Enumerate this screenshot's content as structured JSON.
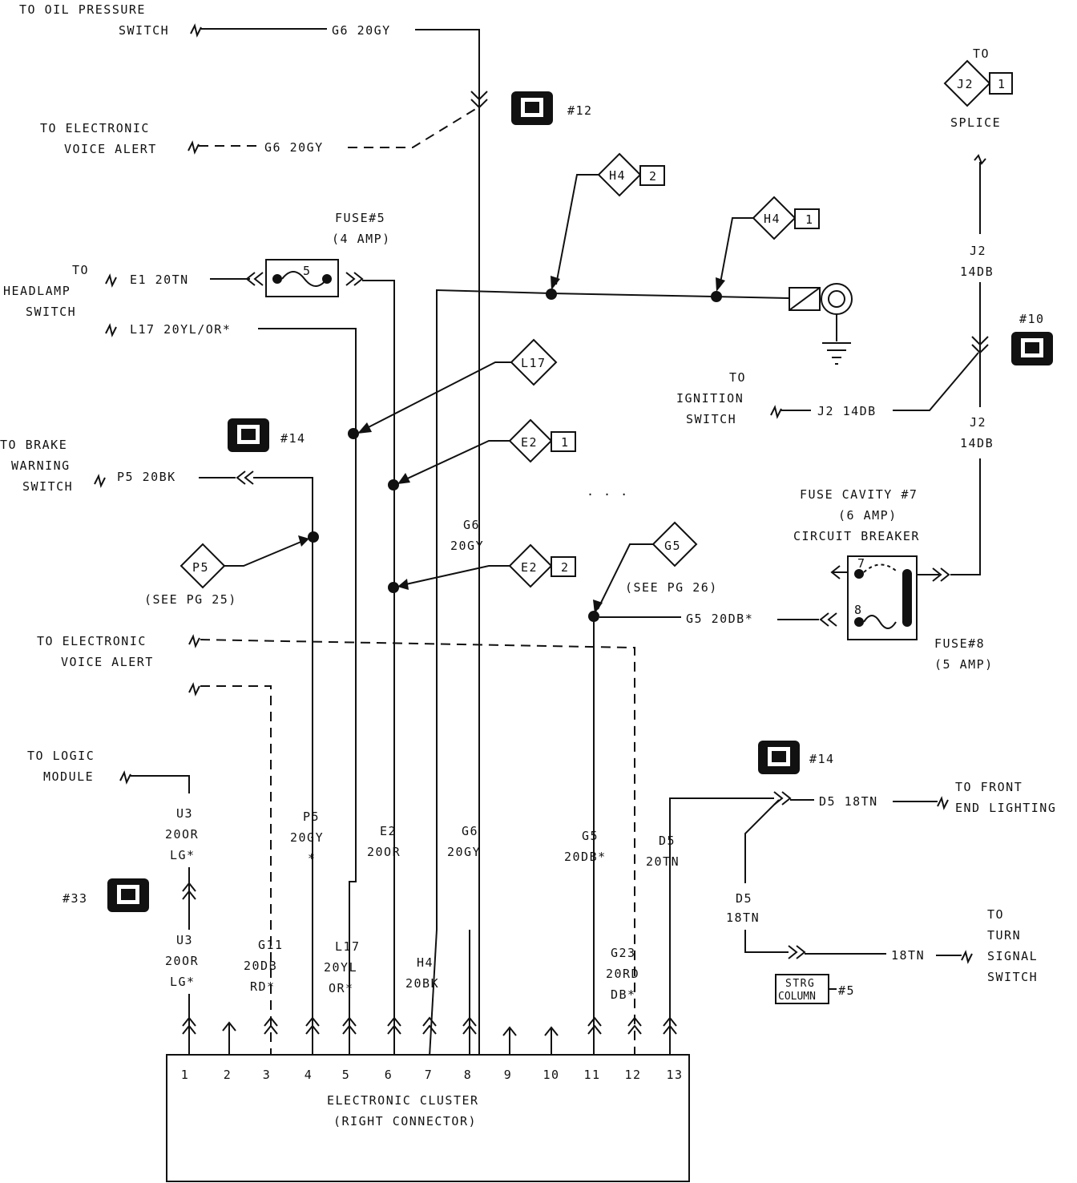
{
  "labels": {
    "oil_to": "TO OIL PRESSURE",
    "oil_switch": "SWITCH",
    "g6_top": "G6 20GY",
    "eva1_to": "TO ELECTRONIC",
    "eva1_alert": "VOICE ALERT",
    "g6_eva": "G6 20GY",
    "ground12": "#12",
    "fuse5_title": "FUSE#5",
    "fuse5_amp": "(4 AMP)",
    "fuse5_num": "5",
    "to_headlamp": "TO",
    "headlamp": "HEADLAMP",
    "headlamp_switch": "SWITCH",
    "e1_wire": "E1 20TN",
    "l17_wire": "L17 20YL/OR*",
    "h4_a": "H4",
    "h4_a_num": "2",
    "h4_b": "H4",
    "h4_b_num": "1",
    "l17_tag": "L17",
    "e2_a": "E2",
    "e2_a_num": "1",
    "e2_b": "E2",
    "e2_b_num": "2",
    "g5_tag": "G5",
    "p5_tag": "P5",
    "see_pg25": "(SEE PG 25)",
    "see_pg26": "(SEE PG 26)",
    "to_brake": "TO BRAKE",
    "brake_warning": "WARNING",
    "brake_switch": "SWITCH",
    "p5_wire": "P5 20BK",
    "ground14a": "#14",
    "g6_mid1": "G6",
    "g6_mid2": "20GY",
    "g5_wire": "G5 20DB*",
    "eva2_to": "TO ELECTRONIC",
    "eva2_alert": "VOICE ALERT",
    "to_logic": "TO LOGIC",
    "logic_module": "MODULE",
    "j2_to": "TO",
    "j2_tag": "J2",
    "j2_num": "1",
    "splice": "SPLICE",
    "j2_a1": "J2",
    "j2_a2": "14DB",
    "ground10": "#10",
    "ign_to": "TO",
    "ign_ignition": "IGNITION",
    "ign_switch": "SWITCH",
    "j2_ign": "J2 14DB",
    "j2_b1": "J2",
    "j2_b2": "14DB",
    "fc7_a": "FUSE CAVITY #7",
    "fc7_b": "(6 AMP)",
    "fc7_c": "CIRCUIT BREAKER",
    "cav7": "7",
    "cav8": "8",
    "fuse8_a": "FUSE#8",
    "fuse8_b": "(5 AMP)",
    "ground14b": "#14",
    "d5_wire": "D5 18TN",
    "front_to": "TO FRONT",
    "front_end": "END LIGHTING",
    "d5_v1": "D5",
    "d5_v2": "20TN",
    "d5b_1": "D5",
    "d5b_2": "18TN",
    "tn18": "18TN",
    "turn_to": "TO",
    "turn_turn": "TURN",
    "turn_signal": "SIGNAL",
    "turn_switch": "SWITCH",
    "strg_a": "STRG",
    "strg_b": "COLUMN",
    "strg_num": "#5",
    "ground33": "#33",
    "u3a_1": "U3",
    "u3a_2": "20OR",
    "u3a_3": "LG*",
    "u3b_1": "U3",
    "u3b_2": "20OR",
    "u3b_3": "LG*",
    "g11_1": "G11",
    "g11_2": "20DB",
    "g11_3": "RD*",
    "p5v_1": "P5",
    "p5v_2": "20GY",
    "p5v_3": "*",
    "l17v_1": "L17",
    "l17v_2": "20YL",
    "l17v_3": "OR*",
    "e2v_1": "E2",
    "e2v_2": "20OR",
    "h4v_1": "H4",
    "h4v_2": "20BK",
    "g6v_1": "G6",
    "g6v_2": "20GY",
    "g5v_1": "G5",
    "g5v_2": "20DB*",
    "g23_1": "G23",
    "g23_2": "20RD",
    "g23_3": "DB*",
    "cluster_1": "ELECTRONIC CLUSTER",
    "cluster_2": "(RIGHT CONNECTOR)",
    "pins": [
      "1",
      "2",
      "3",
      "4",
      "5",
      "6",
      "7",
      "8",
      "9",
      "10",
      "11",
      "12",
      "13"
    ]
  }
}
